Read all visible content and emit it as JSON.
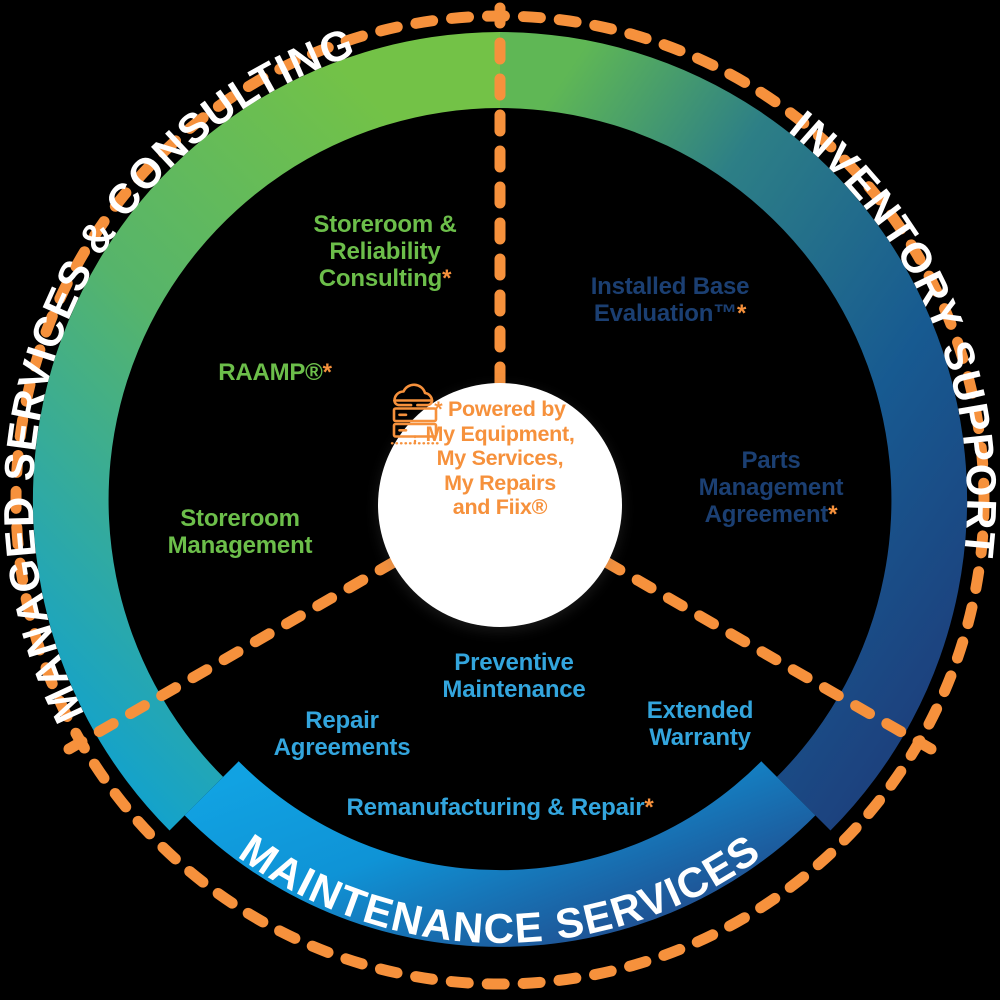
{
  "diagram": {
    "title": "Service Offering Wheel",
    "colors": {
      "green": "#6cbe4a",
      "green_dark": "#4aa657",
      "teal": "#13a3c4",
      "cyan": "#10a0e0",
      "navy": "#1b3f72",
      "navy_dark": "#243f7f",
      "orange": "#f6913c",
      "white": "#ffffff"
    },
    "segments": [
      {
        "id": "managed-services",
        "arc_label": "MANAGED SERVICES & CONSULTING",
        "color_start": "#6cbe4a",
        "color_end": "#10a0c8",
        "text_color": "#6cbe4a",
        "items": [
          {
            "lines": [
              "Storeroom &",
              "Reliability",
              "Consulting"
            ],
            "asterisk": "*"
          },
          {
            "lines": [
              "RAAMP®"
            ],
            "asterisk": "*"
          },
          {
            "lines": [
              "Storeroom",
              "Management"
            ],
            "asterisk": ""
          }
        ]
      },
      {
        "id": "inventory-support",
        "arc_label": "INVENTORY SUPPORT",
        "color_start": "#4aa657",
        "color_end": "#1b3f72",
        "text_color": "#1b3f72",
        "items": [
          {
            "lines": [
              "Installed Base",
              "Evaluation™"
            ],
            "asterisk": "*"
          },
          {
            "lines": [
              "Parts",
              "Management",
              "Agreement"
            ],
            "asterisk": "*"
          }
        ]
      },
      {
        "id": "maintenance-services",
        "arc_label": "MAINTENANCE SERVICES",
        "color_start": "#10a0e0",
        "color_end": "#243f7f",
        "text_color": "#33a5dd",
        "items": [
          {
            "lines": [
              "Preventive",
              "Maintenance"
            ],
            "asterisk": ""
          },
          {
            "lines": [
              "Repair",
              "Agreements"
            ],
            "asterisk": ""
          },
          {
            "lines": [
              "Extended",
              "Warranty"
            ],
            "asterisk": ""
          },
          {
            "lines": [
              "Remanufacturing & Repair"
            ],
            "asterisk": "*"
          }
        ]
      }
    ],
    "hub": {
      "icon": "cloud-server-icon",
      "lines": [
        "* Powered by",
        "My Equipment,",
        "My Services,",
        "My Repairs",
        "and Fiix®"
      ]
    }
  },
  "labels": {
    "storeroom_reliability_l1": "Storeroom &",
    "storeroom_reliability_l2": "Reliability",
    "storeroom_reliability_l3": "Consulting",
    "raamp": "RAAMP®",
    "storeroom_mgmt_l1": "Storeroom",
    "storeroom_mgmt_l2": "Management",
    "installed_base_l1": "Installed Base",
    "installed_base_l2": "Evaluation™",
    "parts_mgmt_l1": "Parts",
    "parts_mgmt_l2": "Management",
    "parts_mgmt_l3": "Agreement",
    "preventive_l1": "Preventive",
    "preventive_l2": "Maintenance",
    "repair_l1": "Repair",
    "repair_l2": "Agreements",
    "extended_l1": "Extended",
    "extended_l2": "Warranty",
    "reman": "Remanufacturing & Repair",
    "asterisk": "*",
    "arc_managed": "MANAGED SERVICES & CONSULTING",
    "arc_inventory": "INVENTORY SUPPORT",
    "arc_maintenance": "MAINTENANCE SERVICES",
    "hub_l1": "* Powered by",
    "hub_l2": "My Equipment,",
    "hub_l3": "My Services,",
    "hub_l4": "My Repairs",
    "hub_l5": "and Fiix®"
  }
}
